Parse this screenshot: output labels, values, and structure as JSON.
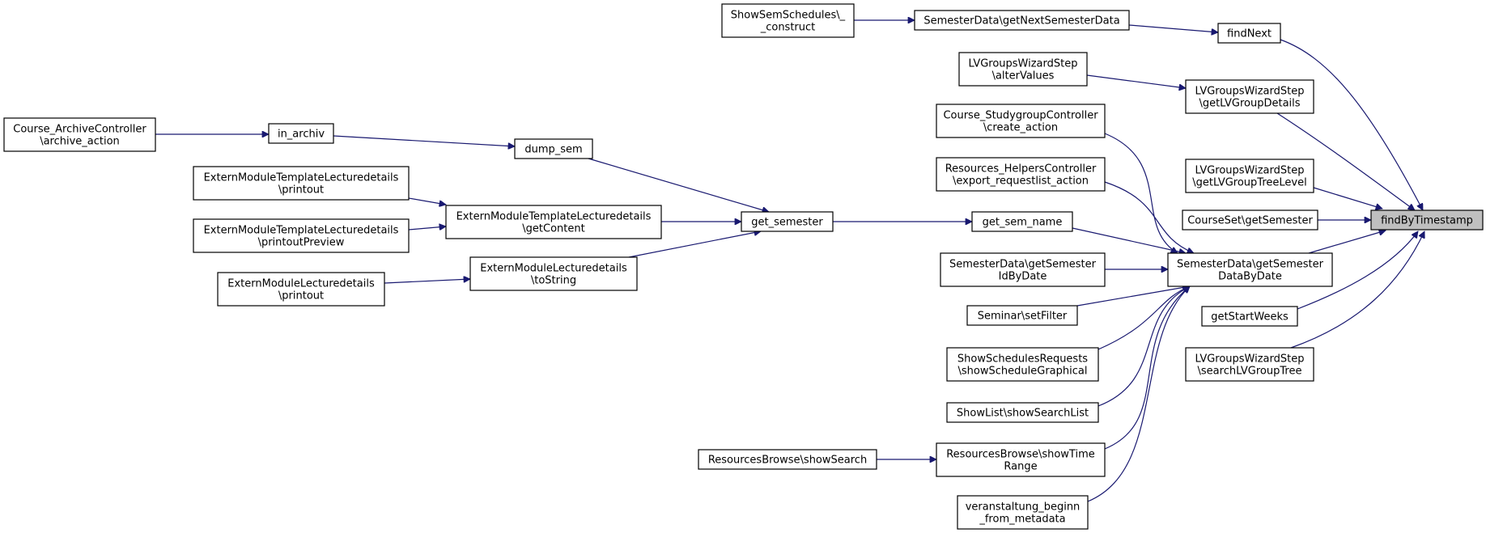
{
  "graph": {
    "root": "findByTimestamp",
    "nodes": {
      "findByTimestamp": {
        "lines": [
          "findByTimestamp"
        ],
        "root": true
      },
      "findNext": {
        "lines": [
          "findNext"
        ]
      },
      "getNextSemesterData": {
        "lines": [
          "SemesterData\\getNextSemesterData"
        ]
      },
      "showSemSchedulesConstruct": {
        "lines": [
          "ShowSemSchedules\\_",
          "_construct"
        ]
      },
      "getLVGroupDetails": {
        "lines": [
          "LVGroupsWizardStep",
          "\\getLVGroupDetails"
        ]
      },
      "alterValues": {
        "lines": [
          "LVGroupsWizardStep",
          "\\alterValues"
        ]
      },
      "getLVGroupTreeLevel": {
        "lines": [
          "LVGroupsWizardStep",
          "\\getLVGroupTreeLevel"
        ]
      },
      "courseSetGetSemester": {
        "lines": [
          "CourseSet\\getSemester"
        ]
      },
      "getSemesterDataByDate": {
        "lines": [
          "SemesterData\\getSemester",
          "DataByDate"
        ]
      },
      "getStartWeeks": {
        "lines": [
          "getStartWeeks"
        ]
      },
      "searchLVGroupTree": {
        "lines": [
          "LVGroupsWizardStep",
          "\\searchLVGroupTree"
        ]
      },
      "studygroupCreate": {
        "lines": [
          "Course_StudygroupController",
          "\\create_action"
        ]
      },
      "helpersExport": {
        "lines": [
          "Resources_HelpersController",
          "\\export_requestlist_action"
        ]
      },
      "getSemName": {
        "lines": [
          "get_sem_name"
        ]
      },
      "getSemesterIdByDate": {
        "lines": [
          "SemesterData\\getSemester",
          "IdByDate"
        ]
      },
      "seminarSetFilter": {
        "lines": [
          "Seminar\\setFilter"
        ]
      },
      "showScheduleGraphical": {
        "lines": [
          "ShowSchedulesRequests",
          "\\showScheduleGraphical"
        ]
      },
      "showSearchList": {
        "lines": [
          "ShowList\\showSearchList"
        ]
      },
      "showTimeRange": {
        "lines": [
          "ResourcesBrowse\\showTime",
          "Range"
        ]
      },
      "veranstaltungBeginn": {
        "lines": [
          "veranstaltung_beginn",
          "_from_metadata"
        ]
      },
      "resourcesShowSearch": {
        "lines": [
          "ResourcesBrowse\\showSearch"
        ]
      },
      "getSemester": {
        "lines": [
          "get_semester"
        ]
      },
      "dumpSem": {
        "lines": [
          "dump_sem"
        ]
      },
      "inArchiv": {
        "lines": [
          "in_archiv"
        ]
      },
      "archiveAction": {
        "lines": [
          "Course_ArchiveController",
          "\\archive_action"
        ]
      },
      "templateGetContent": {
        "lines": [
          "ExternModuleTemplateLecturedetails",
          "\\getContent"
        ]
      },
      "templatePrintout": {
        "lines": [
          "ExternModuleTemplateLecturedetails",
          "\\printout"
        ]
      },
      "templatePrintoutPreview": {
        "lines": [
          "ExternModuleTemplateLecturedetails",
          "\\printoutPreview"
        ]
      },
      "lecturedetailsToString": {
        "lines": [
          "ExternModuleLecturedetails",
          "\\toString"
        ]
      },
      "lecturedetailsPrintout": {
        "lines": [
          "ExternModuleLecturedetails",
          "\\printout"
        ]
      }
    },
    "edges": [
      [
        "findNext",
        "findByTimestamp"
      ],
      [
        "getLVGroupDetails",
        "findByTimestamp"
      ],
      [
        "getLVGroupTreeLevel",
        "findByTimestamp"
      ],
      [
        "courseSetGetSemester",
        "findByTimestamp"
      ],
      [
        "getSemesterDataByDate",
        "findByTimestamp"
      ],
      [
        "getStartWeeks",
        "findByTimestamp"
      ],
      [
        "searchLVGroupTree",
        "findByTimestamp"
      ],
      [
        "getNextSemesterData",
        "findNext"
      ],
      [
        "showSemSchedulesConstruct",
        "getNextSemesterData"
      ],
      [
        "alterValues",
        "getLVGroupDetails"
      ],
      [
        "studygroupCreate",
        "getSemesterDataByDate"
      ],
      [
        "helpersExport",
        "getSemesterDataByDate"
      ],
      [
        "getSemName",
        "getSemesterDataByDate"
      ],
      [
        "getSemesterIdByDate",
        "getSemesterDataByDate"
      ],
      [
        "seminarSetFilter",
        "getSemesterDataByDate"
      ],
      [
        "showScheduleGraphical",
        "getSemesterDataByDate"
      ],
      [
        "showSearchList",
        "getSemesterDataByDate"
      ],
      [
        "showTimeRange",
        "getSemesterDataByDate"
      ],
      [
        "veranstaltungBeginn",
        "getSemesterDataByDate"
      ],
      [
        "resourcesShowSearch",
        "showTimeRange"
      ],
      [
        "getSemester",
        "getSemName"
      ],
      [
        "dumpSem",
        "getSemester"
      ],
      [
        "templateGetContent",
        "getSemester"
      ],
      [
        "lecturedetailsToString",
        "getSemester"
      ],
      [
        "inArchiv",
        "dumpSem"
      ],
      [
        "archiveAction",
        "inArchiv"
      ],
      [
        "templatePrintout",
        "templateGetContent"
      ],
      [
        "templatePrintoutPreview",
        "templateGetContent"
      ],
      [
        "lecturedetailsPrintout",
        "lecturedetailsToString"
      ]
    ]
  }
}
